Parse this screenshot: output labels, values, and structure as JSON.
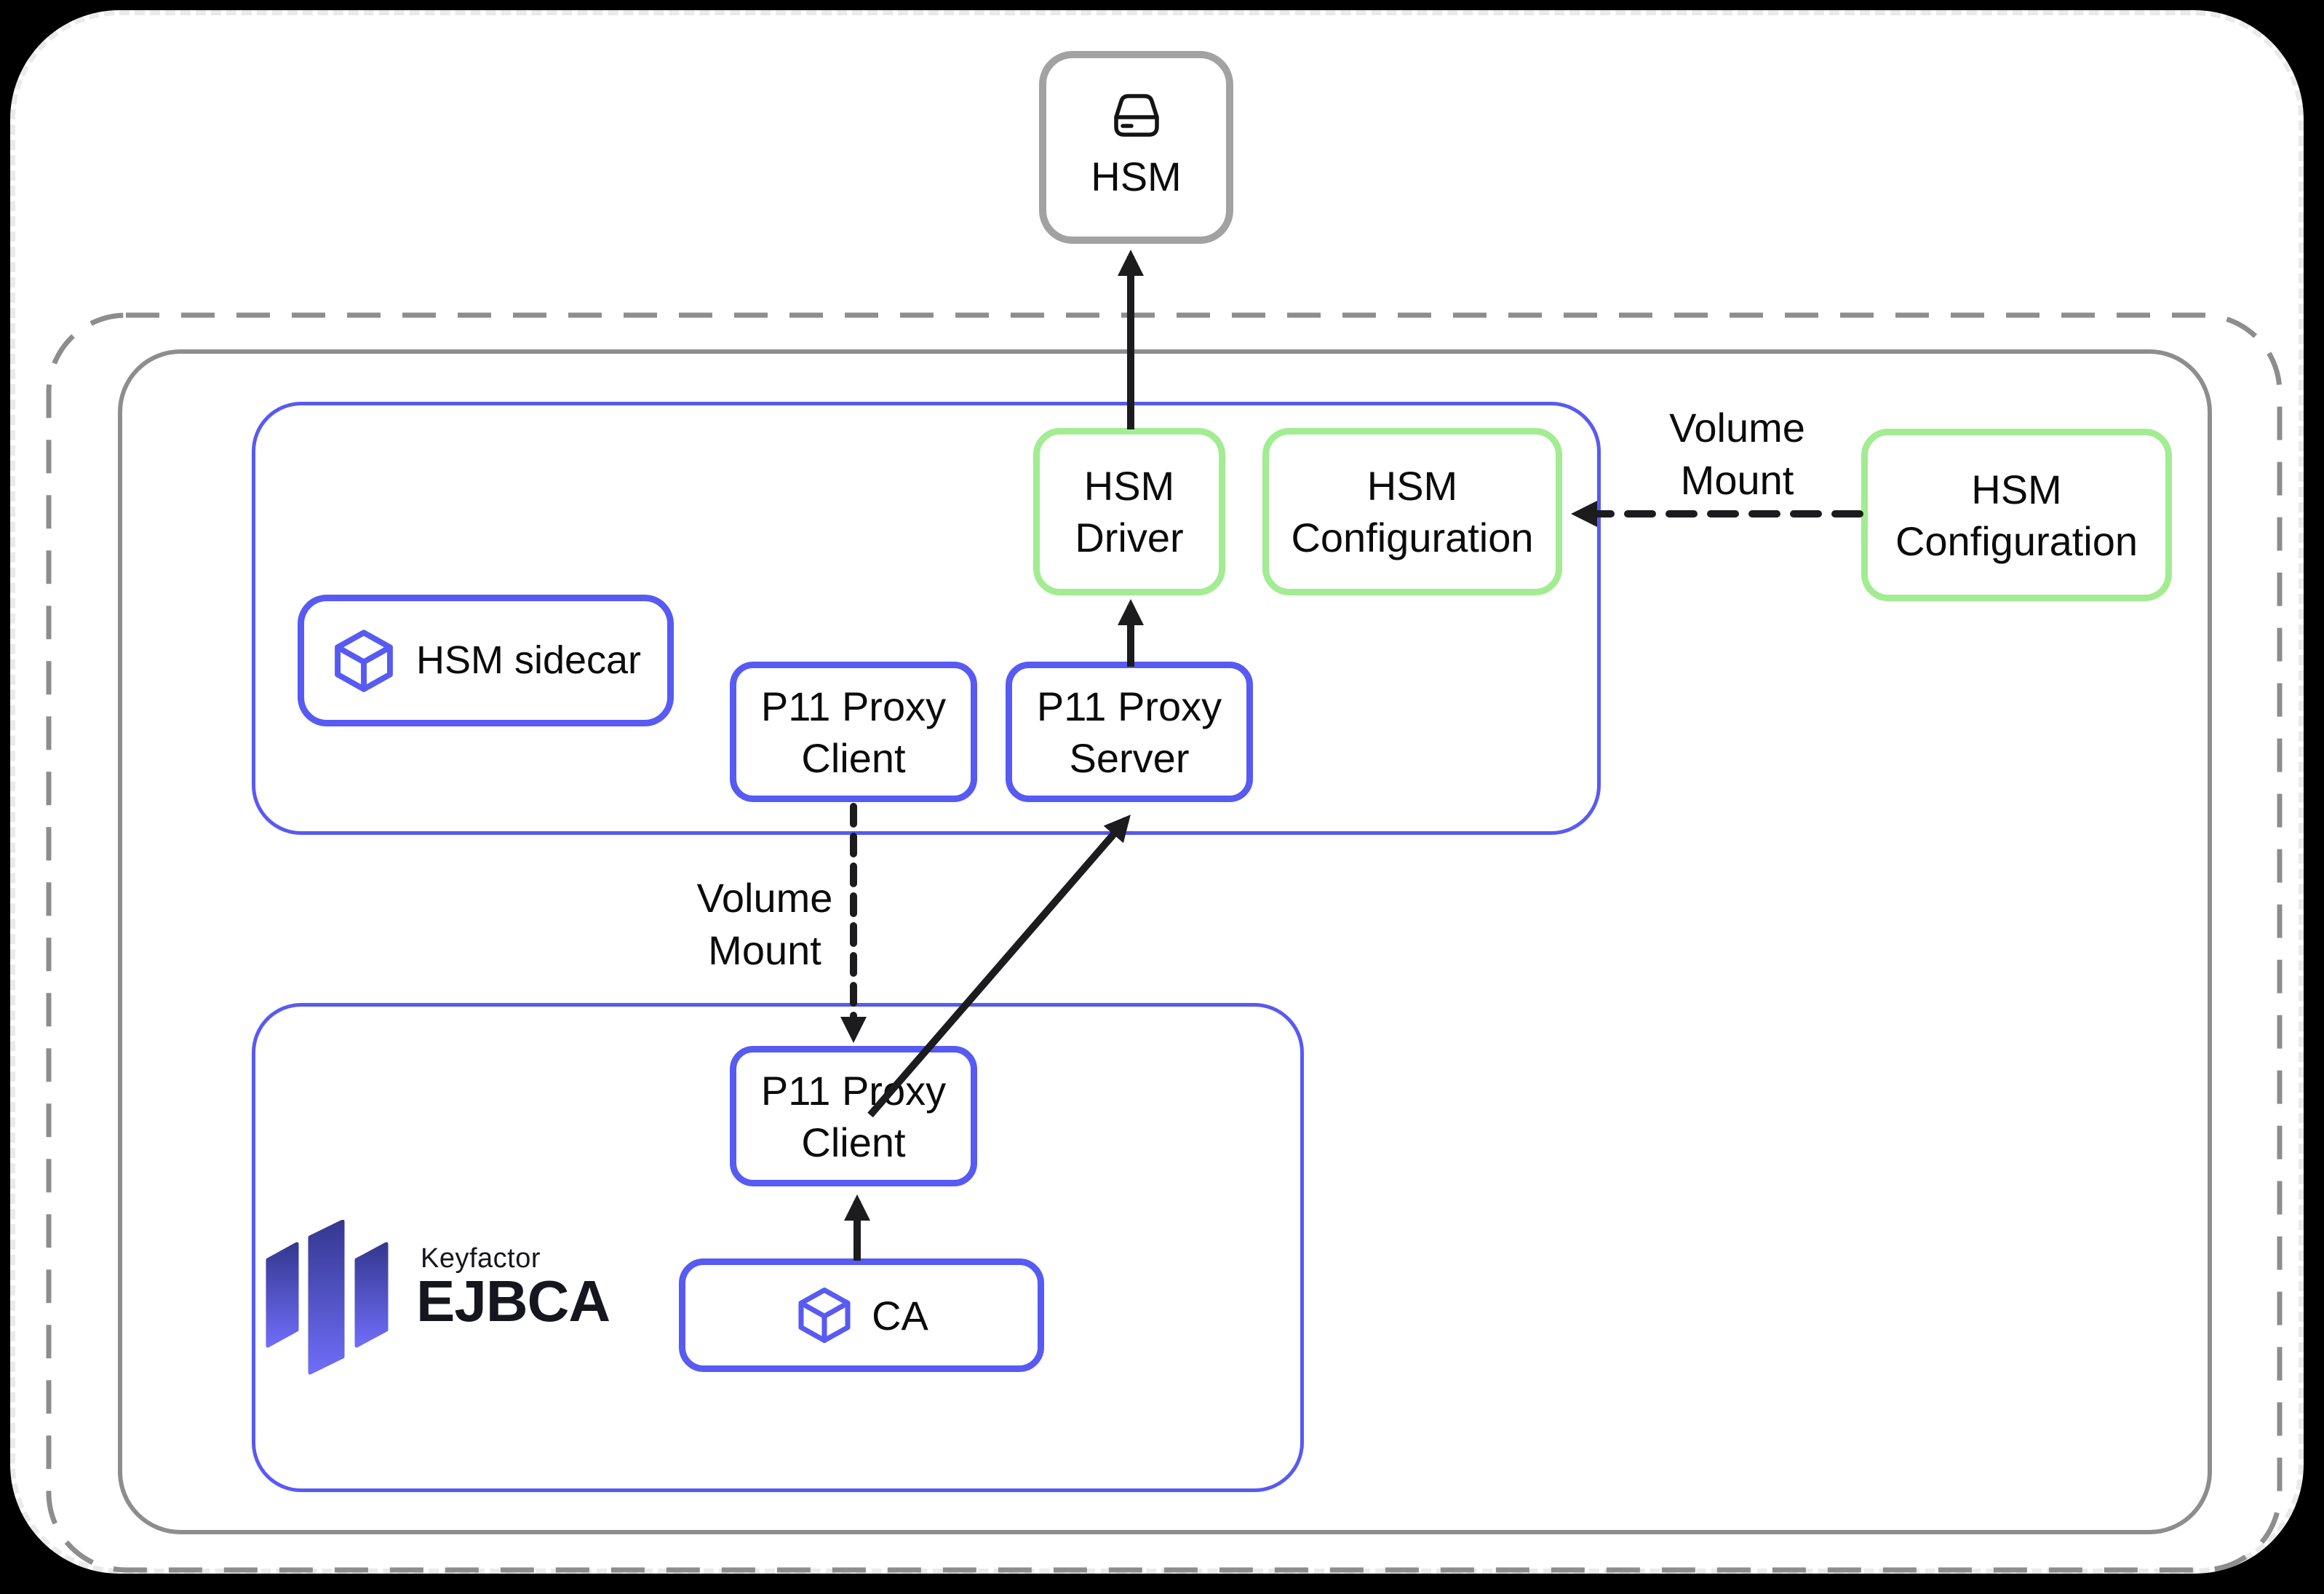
{
  "colors": {
    "blue": "#575af3",
    "green": "#a2ec92",
    "gray": "#8d8d8d",
    "line": "#1c1c1e",
    "logo_top": "#34388f",
    "logo_bottom": "#6f6df8"
  },
  "nodes": {
    "hsm": {
      "label": "HSM"
    },
    "hsm_driver": {
      "line1": "HSM",
      "line2": "Driver"
    },
    "hsm_config_inner": {
      "line1": "HSM",
      "line2": "Configuration"
    },
    "hsm_config_right": {
      "line1": "HSM",
      "line2": "Configuration"
    },
    "hsm_sidecar": {
      "label": "HSM sidecar"
    },
    "p11_proxy_client_top": {
      "line1": "P11 Proxy",
      "line2": "Client"
    },
    "p11_proxy_server": {
      "line1": "P11 Proxy",
      "line2": "Server"
    },
    "p11_proxy_client_bottom": {
      "line1": "P11 Proxy",
      "line2": "Client"
    },
    "ca": {
      "label": "CA"
    }
  },
  "labels": {
    "volume_mount_left": {
      "line1": "Volume",
      "line2": "Mount"
    },
    "volume_mount_right": {
      "line1": "Volume",
      "line2": "Mount"
    }
  },
  "logo": {
    "brand": "Keyfactor",
    "product": "EJBCA"
  },
  "icons": {
    "hsm": "hard-drive-icon",
    "hsm_sidecar": "cube-icon",
    "ca": "cube-icon"
  }
}
